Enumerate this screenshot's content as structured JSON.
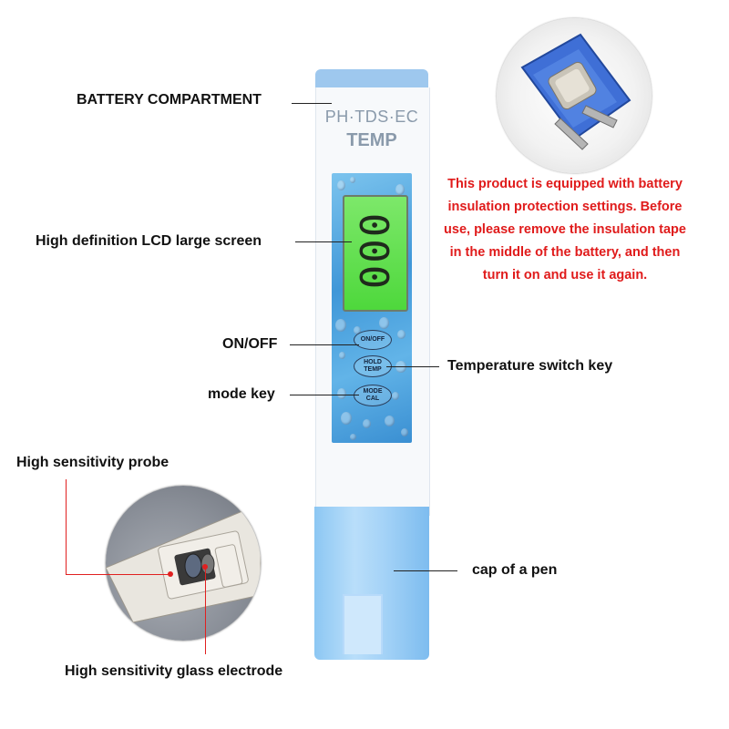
{
  "product": {
    "brand_line_1": "PH·TDS·EC",
    "brand_line_2": "TEMP",
    "lcd_reading": "000",
    "keys": {
      "on_off": "ON/OFF",
      "hold_temp_1": "HOLD",
      "hold_temp_2": "TEMP",
      "mode_cal_1": "MODE",
      "mode_cal_2": "CAL"
    }
  },
  "labels": {
    "battery": "BATTERY COMPARTMENT",
    "lcd": "High definition LCD large screen",
    "on_off": "ON/OFF",
    "mode_key": "mode key",
    "temp_key": "Temperature switch key",
    "probe": "High sensitivity probe",
    "cap": "cap of a pen",
    "electrode": "High sensitivity glass electrode"
  },
  "warning": [
    "This product is equipped with battery",
    "insulation protection settings. Before",
    "use, please remove the insulation tape",
    "in the middle of the battery, and then",
    "turn it on and use it again."
  ],
  "colors": {
    "warning_text": "#e01b1b",
    "pen_cap": "#9ccdf4",
    "lcd_backlight": "#5ee04a"
  }
}
